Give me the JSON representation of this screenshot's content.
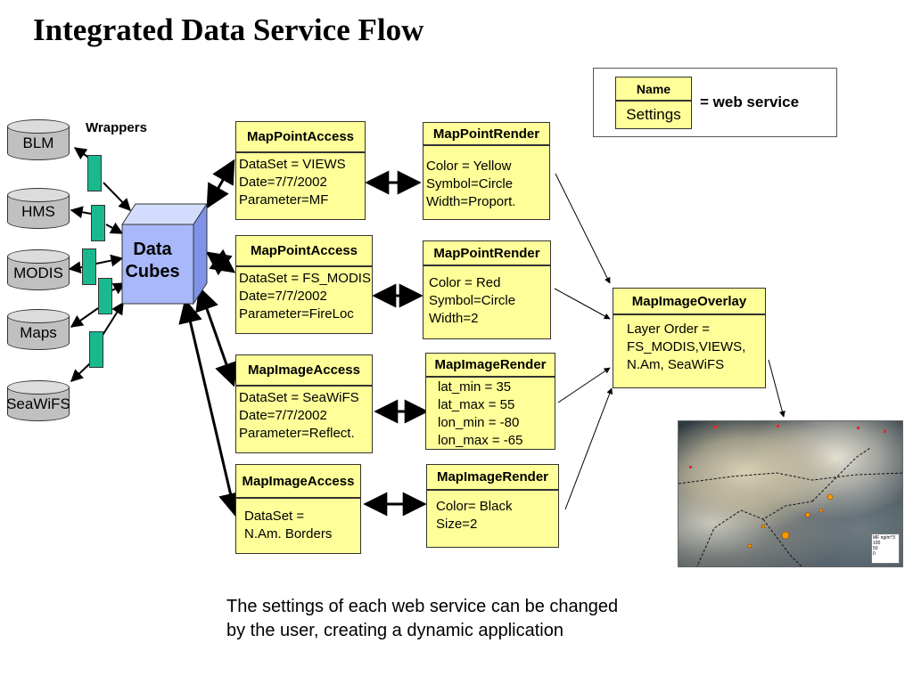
{
  "title": "Integrated Data Service Flow",
  "wrappers_label": "Wrappers",
  "sources": [
    "BLM",
    "HMS",
    "MODIS",
    "Maps",
    "SeaWiFS"
  ],
  "data_cubes_label": [
    "Data",
    "Cubes"
  ],
  "access_services": [
    {
      "name": "MapPointAccess",
      "settings": [
        "DataSet = VIEWS",
        "Date=7/7/2002",
        "Parameter=MF"
      ]
    },
    {
      "name": "MapPointAccess",
      "settings": [
        "DataSet = FS_MODIS",
        "Date=7/7/2002",
        "Parameter=FireLoc"
      ]
    },
    {
      "name": "MapImageAccess",
      "settings": [
        "DataSet = SeaWiFS",
        "Date=7/7/2002",
        "Parameter=Reflect."
      ]
    },
    {
      "name": "MapImageAccess",
      "settings": [
        "DataSet =",
        "N.Am. Borders"
      ]
    }
  ],
  "render_services": [
    {
      "name": "MapPointRender",
      "settings": [
        "Color = Yellow",
        "Symbol=Circle",
        "Width=Proport."
      ]
    },
    {
      "name": "MapPointRender",
      "settings": [
        "Color = Red",
        "Symbol=Circle",
        "Width=2"
      ]
    },
    {
      "name": "MapImageRender",
      "settings": [
        "lat_min = 35",
        "lat_max = 55",
        "lon_min = -80",
        "lon_max = -65"
      ]
    },
    {
      "name": "MapImageRender",
      "settings": [
        "Color= Black",
        "Size=2"
      ]
    }
  ],
  "overlay_service": {
    "name": "MapImageOverlay",
    "settings": [
      "Layer Order =",
      "FS_MODIS,VIEWS,",
      "N.Am, SeaWiFS"
    ]
  },
  "legend": {
    "name": "Name",
    "settings": "Settings",
    "meaning": "= web service"
  },
  "map_legend": {
    "title": "MF ng/m^3",
    "items": [
      "100",
      "50",
      "0"
    ]
  },
  "caption": [
    "The settings of each web service can be changed",
    "by the user, creating a dynamic application"
  ],
  "colors": {
    "box_fill": "#ffff99",
    "wrapper_fill": "#19b98f",
    "cube_fill": "#a8b8f8",
    "db_fill": "#c0c0c0"
  }
}
